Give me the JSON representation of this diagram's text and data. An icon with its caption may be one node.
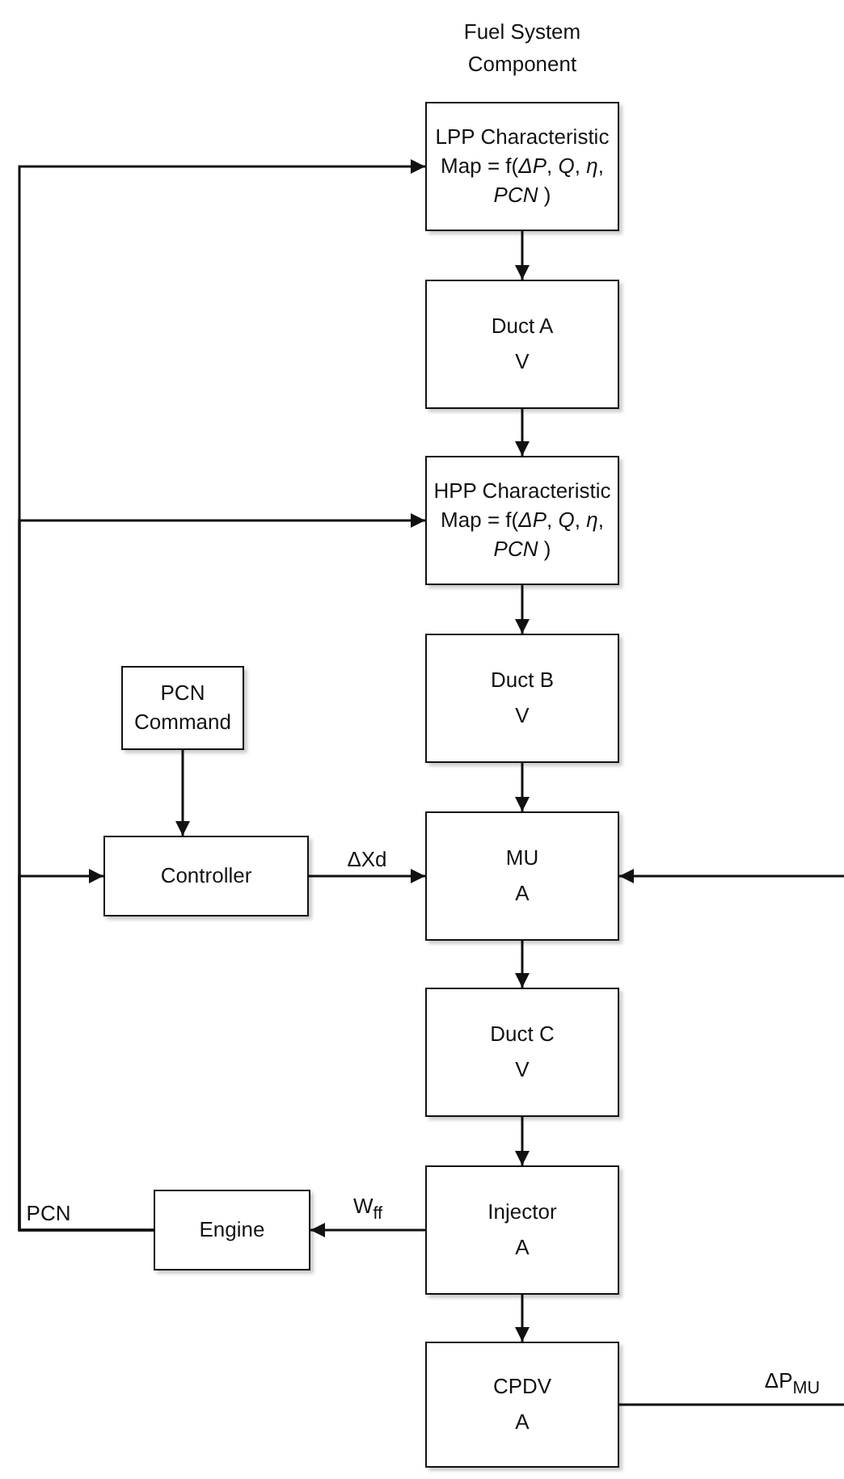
{
  "diagram": {
    "title": "Fuel System Component",
    "nodes": [
      {
        "text": [
          "LPP Characteristic Map = f(*ΔP*, *Q*, *η*, *PCN* )"
        ]
      },
      {
        "text": [
          "Duct A",
          "V"
        ]
      },
      {
        "text": [
          "HPP Characteristic Map = f(*ΔP*, *Q*, *η*, *PCN* )"
        ]
      },
      {
        "text": [
          "Duct B",
          "V"
        ]
      },
      {
        "text": [
          "PCN Command"
        ]
      },
      {
        "text": [
          "Controller"
        ]
      },
      {
        "text": [
          "MU",
          "A"
        ]
      },
      {
        "text": [
          "Duct C",
          "V"
        ]
      },
      {
        "text": [
          "Injector",
          "A"
        ]
      },
      {
        "text": [
          "Engine"
        ]
      },
      {
        "text": [
          "CPDV",
          "A"
        ]
      }
    ],
    "edges": [
      {
        "from": 0,
        "to": 1,
        "arrow": "to"
      },
      {
        "from": 1,
        "to": 2,
        "arrow": "to"
      },
      {
        "from": 2,
        "to": 3,
        "arrow": "to"
      },
      {
        "from": 3,
        "to": 6,
        "arrow": "to"
      },
      {
        "from": 4,
        "to": 5,
        "arrow": "to"
      },
      {
        "from": 5,
        "to": 6,
        "arrow": "to",
        "label": "ΔXd"
      },
      {
        "from": 6,
        "to": 7,
        "arrow": "to"
      },
      {
        "from": 7,
        "to": 8,
        "arrow": "to"
      },
      {
        "from": 8,
        "to": 9,
        "arrow": "to",
        "label": "W$_{ff}$"
      },
      {
        "from": 8,
        "to": 10,
        "arrow": "to"
      },
      {
        "from": 9,
        "to": 0,
        "arrow": "to",
        "label": "PCN"
      },
      {
        "from": 9,
        "to": 2,
        "arrow": "to"
      },
      {
        "from": 9,
        "to": 5,
        "arrow": "to"
      },
      {
        "from": null,
        "to": 6,
        "arrow": "to"
      },
      {
        "from": 10,
        "to": null,
        "arrow": "none",
        "label": "ΔP$_{MU}$"
      }
    ]
  }
}
